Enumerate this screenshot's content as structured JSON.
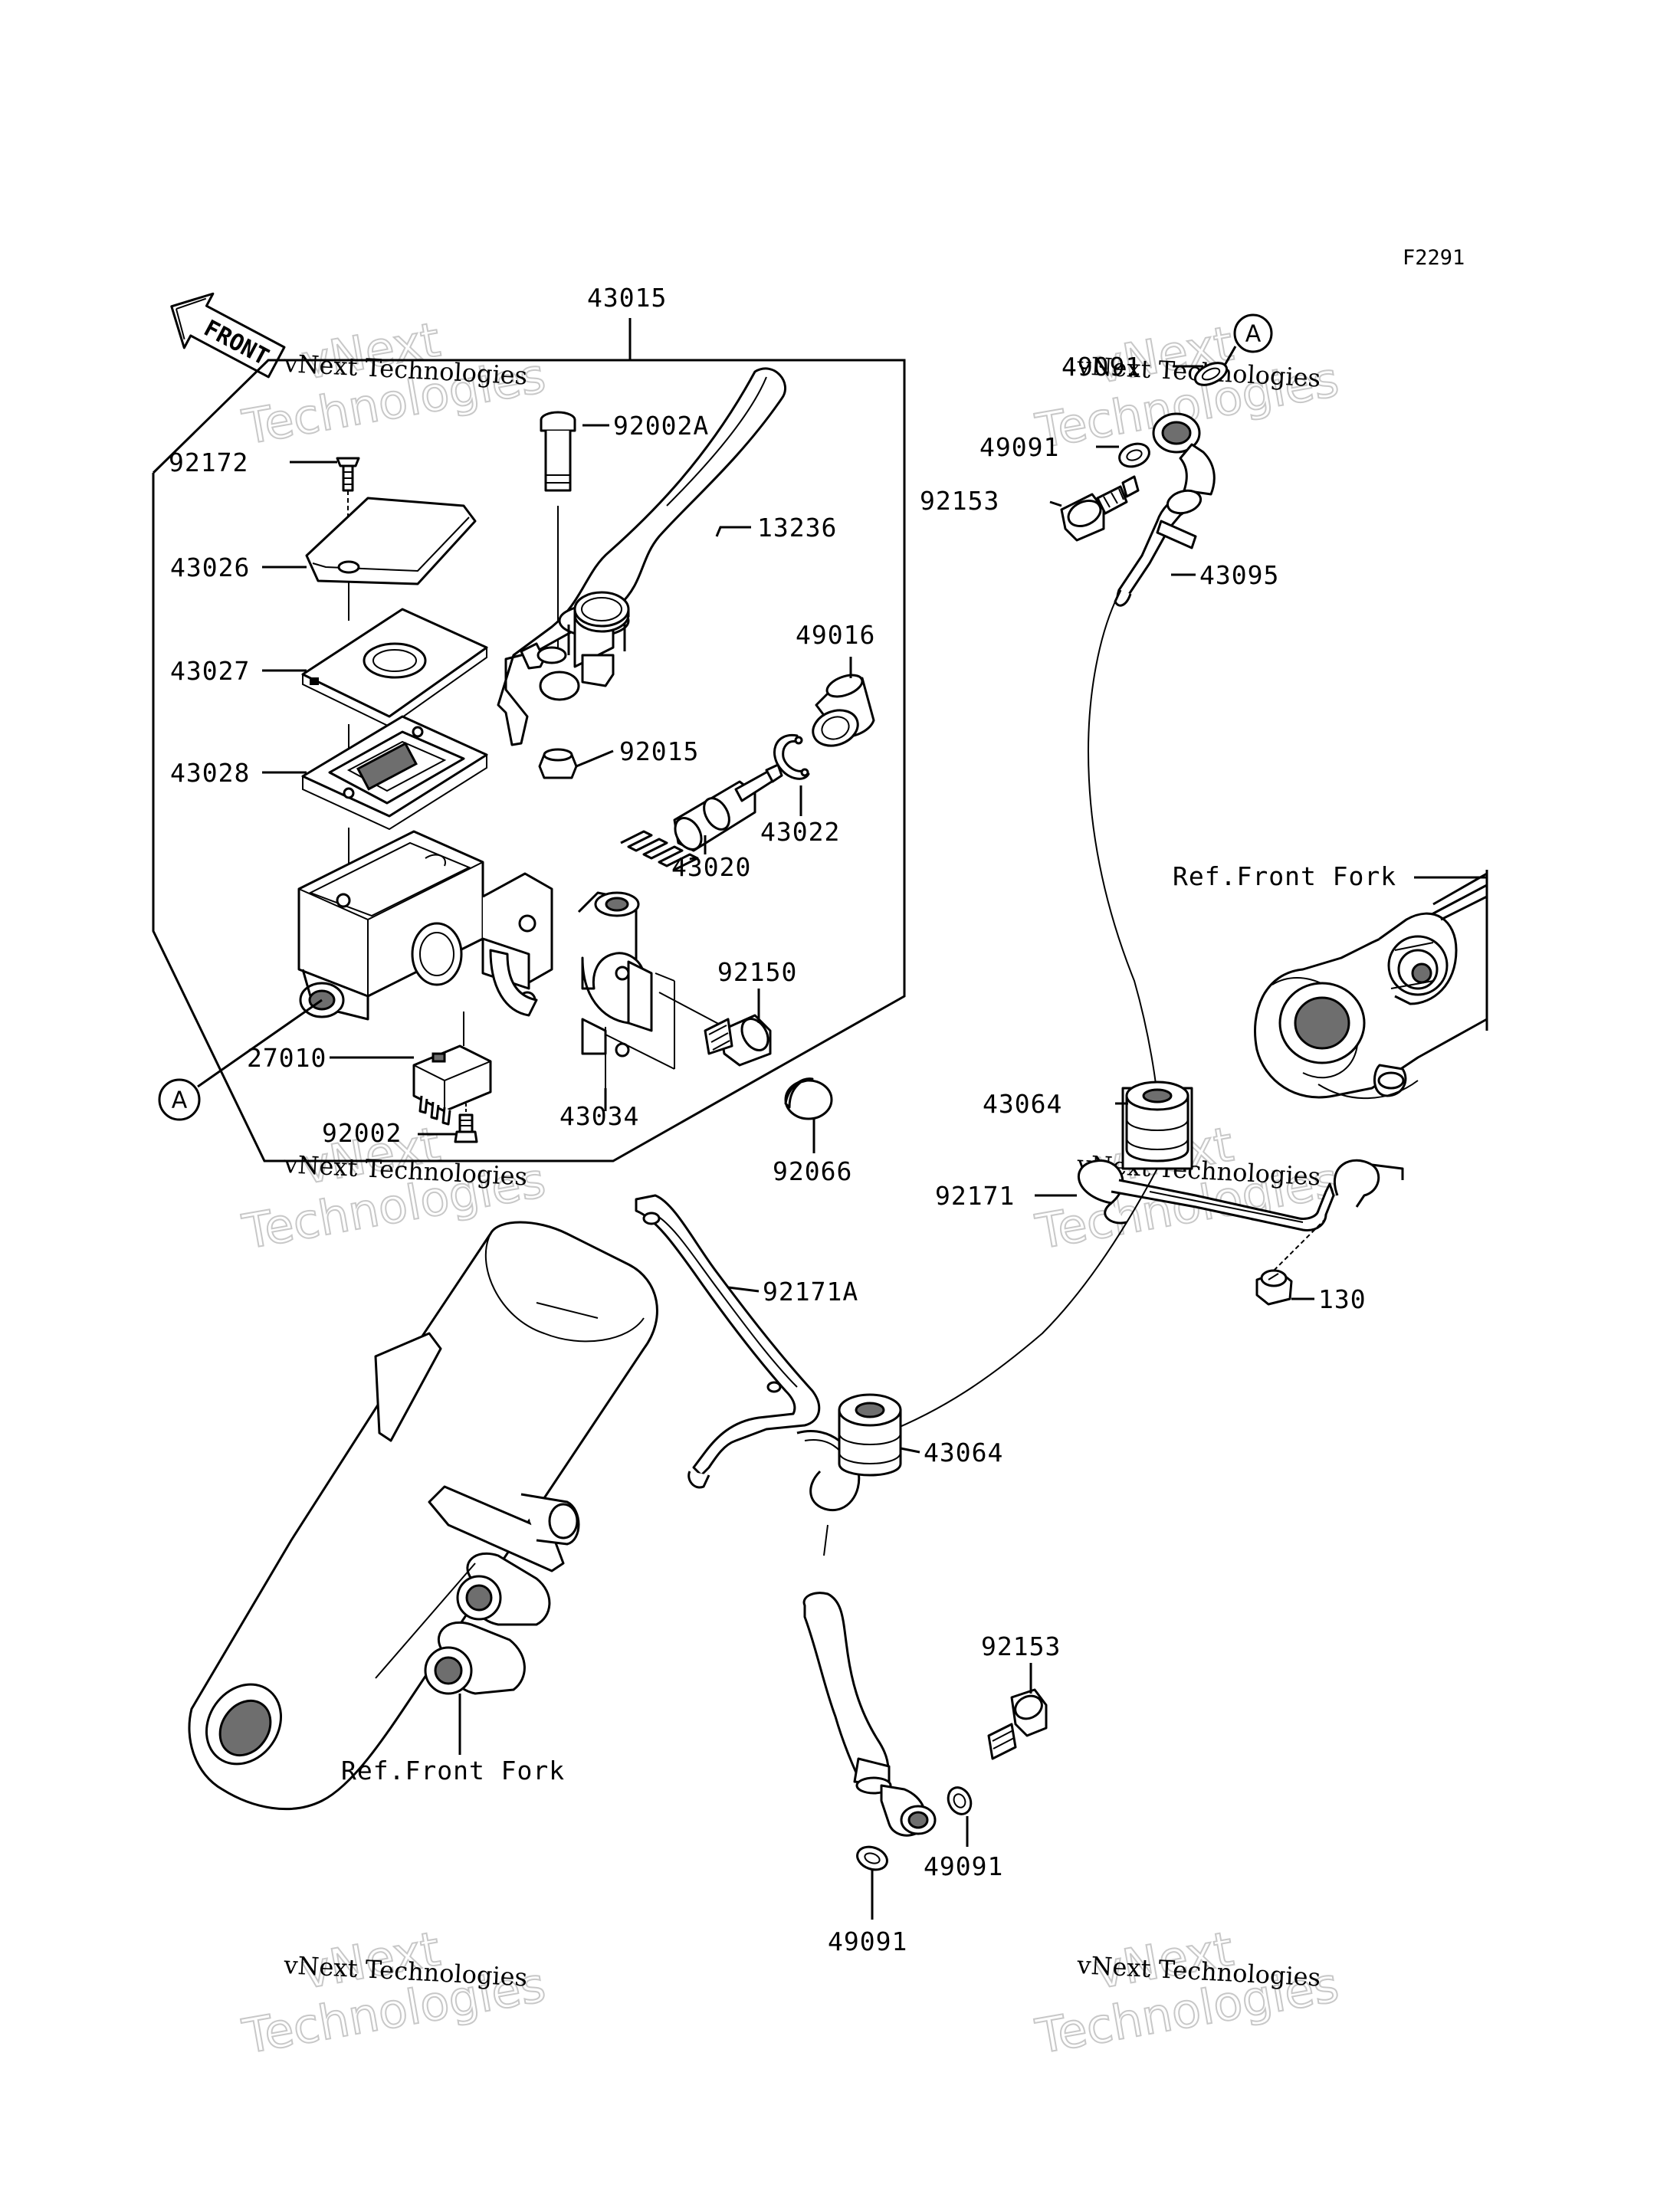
{
  "figure_code": "F2291",
  "orientation": {
    "label": "FRONT"
  },
  "reference_labels": {
    "fork_left": "Ref.Front Fork",
    "fork_right": "Ref.Front Fork"
  },
  "callouts": {
    "letter": "A"
  },
  "part_numbers": {
    "p43015": "43015",
    "p92002A": "92002A",
    "p92172": "92172",
    "p13236": "13236",
    "p43026": "43026",
    "p43027": "43027",
    "p49016": "49016",
    "p43028": "43028",
    "p92015": "92015",
    "p43022": "43022",
    "p43020": "43020",
    "p92150": "92150",
    "p27010": "27010",
    "p43034": "43034",
    "p92002": "92002",
    "p92066": "92066",
    "p49091_top_a": "49091",
    "p49091_top_b": "49091",
    "p92153_top": "92153",
    "p43095": "43095",
    "p43064_upper": "43064",
    "p92171": "92171",
    "p130": "130",
    "p92171A": "92171A",
    "p43064_lower": "43064",
    "p92153_bottom": "92153",
    "p49091_bottom_a": "49091",
    "p49091_bottom_b": "49091"
  },
  "watermark": {
    "line1": "vNext",
    "line2": "Technologies",
    "caption": "vNext Technologies"
  }
}
